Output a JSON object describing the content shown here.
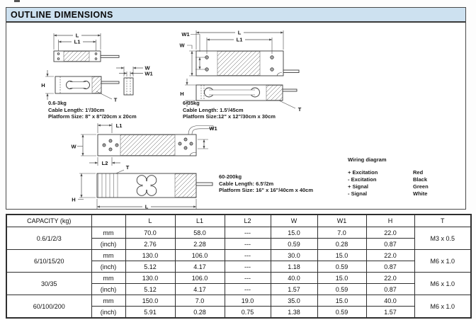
{
  "page": {
    "title": "OUTLINE DIMENSIONS"
  },
  "drawings": {
    "dim_labels": {
      "L": "L",
      "L1": "L1",
      "L2": "L2",
      "W": "W",
      "W1": "W1",
      "H": "H",
      "T": "T"
    },
    "captions": [
      {
        "range": "0.6-3kg",
        "cable": "Cable Length: 1'/30cm",
        "platform": "Platform Size: 8\" x 8\"/20cm x 20cm"
      },
      {
        "range": "6-35kg",
        "cable": "Cable Length: 1.5'/45cm",
        "platform": "Platform Size:12\" x 12\"/30cm x 30cm"
      },
      {
        "range": "60-200kg",
        "cable": "Cable Length: 6.5'/2m",
        "platform": "Platform Size: 16\" x 16\"/40cm x 40cm"
      }
    ],
    "wiring": {
      "title": "Wiring diagram",
      "rows": [
        {
          "signal": "+ Excitation",
          "color": "Red"
        },
        {
          "signal": "- Excitation",
          "color": "Black"
        },
        {
          "signal": "+ Signal",
          "color": "Green"
        },
        {
          "signal": "- Signal",
          "color": "White"
        }
      ]
    }
  },
  "table": {
    "headers": {
      "capacity": "CAPACITY (kg)",
      "unit": "",
      "L": "L",
      "L1": "L1",
      "L2": "L2",
      "W": "W",
      "W1": "W1",
      "H": "H",
      "T": "T"
    },
    "units": {
      "mm": "mm",
      "inch": "(inch)"
    },
    "rows": [
      {
        "capacity": "0.6/1/2/3",
        "thread": "M3 x 0.5",
        "mm": [
          "70.0",
          "58.0",
          "---",
          "15.0",
          "7.0",
          "22.0"
        ],
        "inch": [
          "2.76",
          "2.28",
          "---",
          "0.59",
          "0.28",
          "0.87"
        ]
      },
      {
        "capacity": "6/10/15/20",
        "thread": "M6 x 1.0",
        "mm": [
          "130.0",
          "106.0",
          "---",
          "30.0",
          "15.0",
          "22.0"
        ],
        "inch": [
          "5.12",
          "4.17",
          "---",
          "1.18",
          "0.59",
          "0.87"
        ]
      },
      {
        "capacity": "30/35",
        "thread": "M6 x 1.0",
        "mm": [
          "130.0",
          "106.0",
          "---",
          "40.0",
          "15.0",
          "22.0"
        ],
        "inch": [
          "5.12",
          "4.17",
          "---",
          "1.57",
          "0.59",
          "0.87"
        ]
      },
      {
        "capacity": "60/100/200",
        "thread": "M6 x 1.0",
        "mm": [
          "150.0",
          "7.0",
          "19.0",
          "35.0",
          "15.0",
          "40.0"
        ],
        "inch": [
          "5.91",
          "0.28",
          "0.75",
          "1.38",
          "0.59",
          "1.57"
        ]
      }
    ]
  },
  "colors": {
    "header_bg": "#cde1f0",
    "line": "#3a3a3a"
  }
}
